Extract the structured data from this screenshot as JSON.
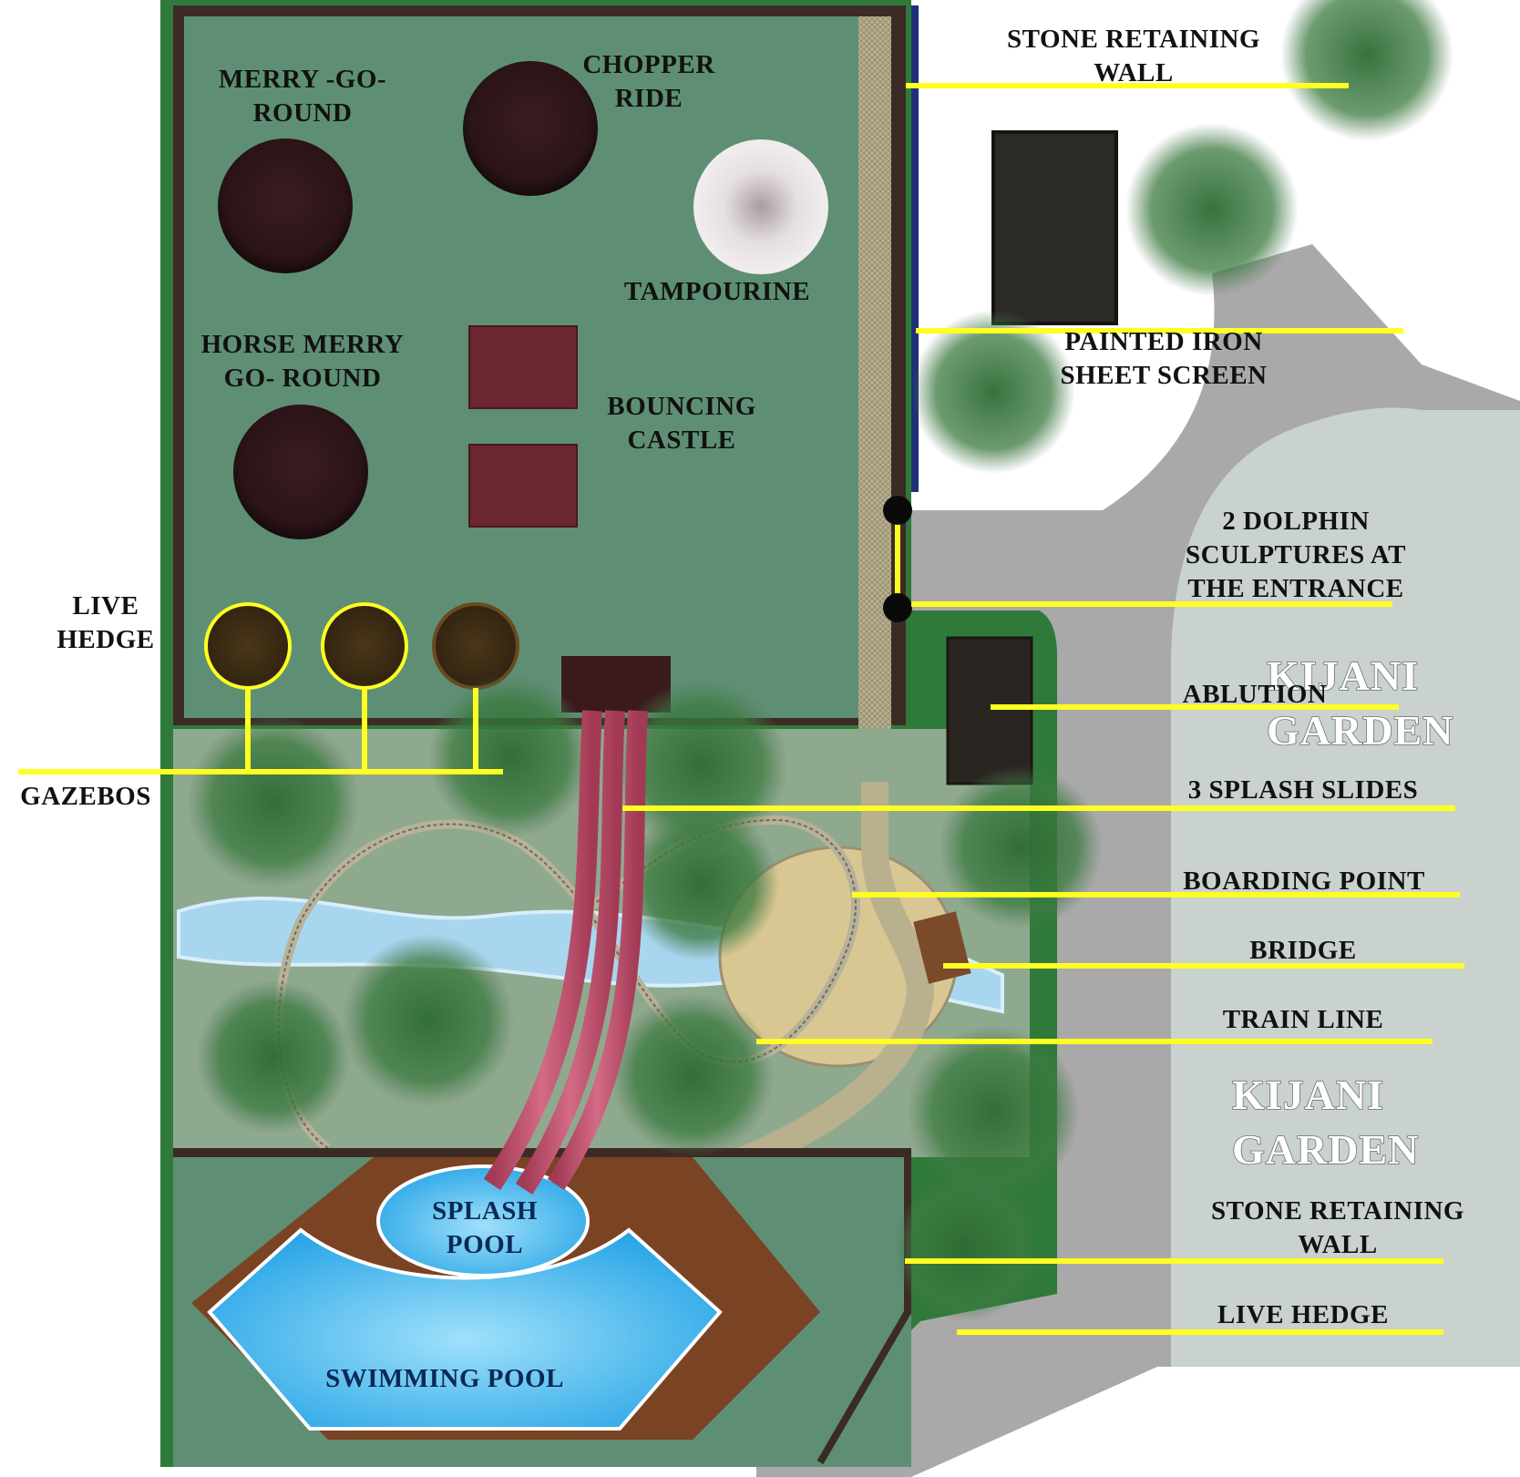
{
  "colors": {
    "playground_green": "#5e8f74",
    "hedge_green": "#2f7a3a",
    "paving_gray": "#a9a9a9",
    "garden_panel": "#c9d2cd",
    "ride_dark": "#2b1418",
    "bouncing_castle": "#6b2630",
    "water_blue": "#a9d6ef",
    "pool_blue": "#3db8f0",
    "pool_deck": "#7a4323",
    "slide_pink": "#c0506c",
    "boarding_sand": "#d8c792",
    "leader_yellow": "#ffff22",
    "retaining_wall": "#1f2f78"
  },
  "labels": {
    "stone_wall_top": [
      "STONE RETAINING",
      "WALL"
    ],
    "merry_go_round": [
      "MERRY -GO-",
      "ROUND"
    ],
    "chopper_ride": [
      "CHOPPER",
      "RIDE"
    ],
    "tampourine": "TAMPOURINE",
    "horse_merry": [
      "HORSE MERRY",
      "GO- ROUND"
    ],
    "bouncing_castle": [
      "BOUNCING",
      "CASTLE"
    ],
    "painted_iron": [
      "PAINTED IRON",
      "SHEET SCREEN"
    ],
    "dolphin": [
      "2 DOLPHIN",
      "SCULPTURES AT",
      "THE ENTRANCE"
    ],
    "live_hedge_left": [
      "LIVE",
      "HEDGE"
    ],
    "ablution": "ABLUTION",
    "gazebos": "GAZEBOS",
    "splash_slides": "3 SPLASH SLIDES",
    "boarding_point": "BOARDING POINT",
    "bridge": "BRIDGE",
    "train_line": "TRAIN LINE",
    "stone_wall_bottom": [
      "STONE RETAINING",
      "WALL"
    ],
    "live_hedge_bottom": "LIVE HEDGE",
    "splash_pool": [
      "SPLASH",
      "POOL"
    ],
    "swimming_pool": "SWIMMING POOL",
    "garden_name_1": [
      "KIJANI",
      "GARDEN"
    ],
    "garden_name_2": [
      "KIJANI",
      "GARDEN"
    ]
  }
}
